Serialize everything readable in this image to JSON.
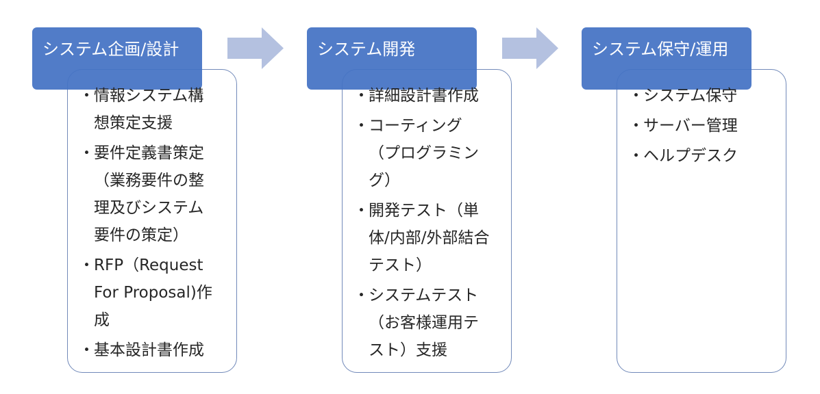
{
  "colors": {
    "header_fill": "#4472C4",
    "header_text": "#FFFFFF",
    "arrow_fill": "#B4C1E0",
    "box_border": "#7189B9",
    "item_text": "#262626"
  },
  "bullet_char": "・",
  "stages": [
    {
      "header": "システム企画/設計",
      "items": [
        "情報システム構想策定支援",
        "要件定義書策定（業務要件の整理及びシステム要件の策定）",
        "RFP（Request For Proposal)作成",
        "基本設計書作成"
      ]
    },
    {
      "header": "システム開発",
      "items": [
        "詳細設計書作成",
        "コーティング（プログラミング）",
        "開発テスト（単体/内部/外部結合テスト）",
        "システムテスト（お客様運用テスト）支援"
      ]
    },
    {
      "header": "システム保守/運用",
      "items": [
        "システム保守",
        "サーバー管理",
        "ヘルプデスク"
      ]
    }
  ]
}
